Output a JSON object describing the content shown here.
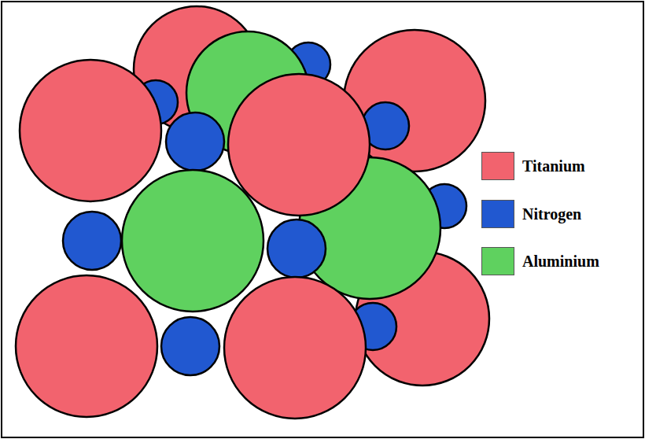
{
  "diagram": {
    "legend": [
      {
        "text": "Titanium",
        "color": "#f2636e"
      },
      {
        "text": "Nitrogen",
        "color": "#2158d0"
      },
      {
        "text": "Aluminium",
        "color": "#5fd15f"
      }
    ]
  }
}
